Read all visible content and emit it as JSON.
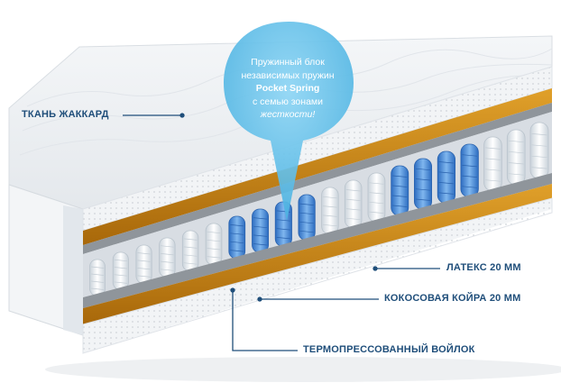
{
  "callout": {
    "line1": "Пружинный блок",
    "line2": "независимых пружин",
    "line3": "Pocket Spring",
    "line4": "с семью зонами",
    "line5": "жесткости!"
  },
  "labels": {
    "fabric": "ТКАНЬ ЖАККАРД",
    "latex": "ЛАТЕКС 20 ММ",
    "coir": "КОКОСОВАЯ КОЙРА 20 ММ",
    "felt": "ТЕРМОПРЕССОВАННЫЙ ВОЙЛОК"
  },
  "colors": {
    "label_text": "#1f4e7a",
    "leader_line": "#1f4e7a",
    "callout_fill": "#5ec0ea",
    "coir": "#c8860f",
    "felt": "#8a8f94",
    "spring_white": "#eef2f6",
    "spring_blue": "#3e86d6"
  }
}
